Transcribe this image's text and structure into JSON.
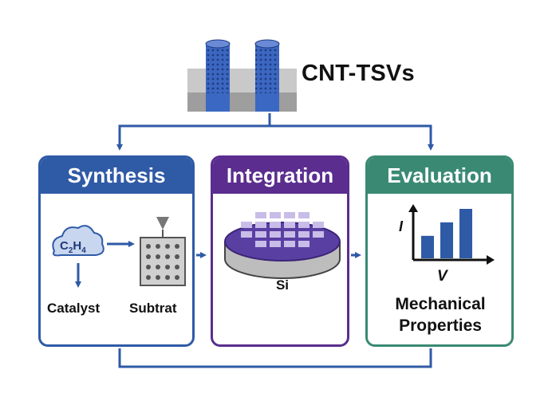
{
  "title": "CNT-TSVs",
  "panels": {
    "synthesis": {
      "title": "Synthesis",
      "gas_label": "C",
      "gas_sub1": "2",
      "gas_mid": "H",
      "gas_sub2": "4",
      "catalyst_label": "Catalyst",
      "substrate_label": "Subtrat"
    },
    "integration": {
      "title": "Integration",
      "wafer_label": "Si"
    },
    "evaluation": {
      "title": "Evaluation",
      "y_axis_label": "I",
      "x_axis_label": "V",
      "caption_line1": "Mechanical",
      "caption_line2": "Properties"
    }
  },
  "chart_data": {
    "type": "bar",
    "categories": [
      "",
      "",
      ""
    ],
    "values": [
      1,
      1.6,
      2.2
    ],
    "xlabel": "V",
    "ylabel": "I"
  },
  "colors": {
    "synthesis": "#2f5aa6",
    "integration": "#5a2d8f",
    "evaluation": "#3a8a73",
    "arrow": "#2f5aa6"
  }
}
